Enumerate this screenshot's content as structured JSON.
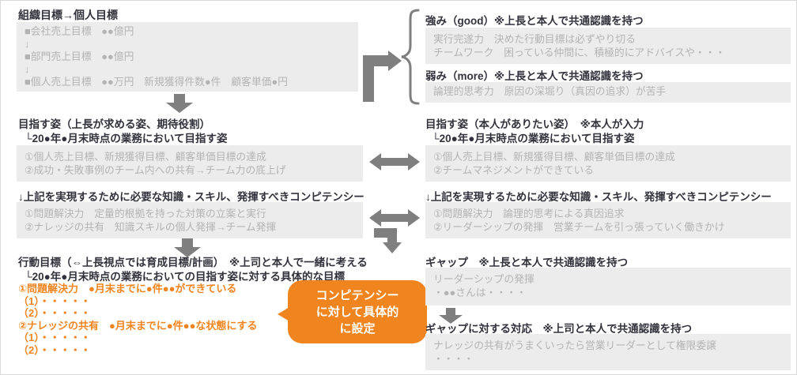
{
  "page": {
    "title": "組織目標→個人目標"
  },
  "org_goals_box": {
    "lines": [
      "■会社売上目標　●●億円",
      "↓",
      "■部門売上目標　●●億円",
      "↓",
      "■個人売上目標　●●万円　新規獲得件数●件　顧客単価●円"
    ]
  },
  "strengths": {
    "heading": "強み（good）※上長と本人で共通認識を持つ",
    "lines": [
      "実行完遂力　決めた行動目標は必ずやり切る",
      "チームワーク　困っている仲間に、積極的にアドバイスや・・・"
    ]
  },
  "weaknesses": {
    "heading": "弱み（more）※上長と本人で共通認識を持つ",
    "lines": [
      "論理的思考力　原因の深堀り（真因の追求）が苦手"
    ]
  },
  "target_left": {
    "heading": "目指す姿（上長が求める姿、期待役割）",
    "subheading": "└20●年●月末時点の業務において目指す姿",
    "lines": [
      "①個人売上目標、新規獲得目標、顧客単価目標の達成",
      "②成功・失敗事例のチーム内への共有→チーム力の底上げ"
    ]
  },
  "target_right": {
    "heading": "目指す姿（本人がありたい姿）　※本人が入力",
    "subheading": "└20●年●月末時点の業務において目指す姿",
    "lines": [
      "①個人売上目標、新規獲得目標、顧客単価目標の達成",
      "②チームマネジメントができている"
    ]
  },
  "competency_left": {
    "heading": "↓上記を実現するために必要な知識・スキル、発揮すべきコンピテンシー",
    "lines": [
      "①問題解決力　定量的根拠を持った対策の立案と実行",
      "②ナレッジの共有　知識スキルの個人発揮→チーム発揮"
    ]
  },
  "competency_right": {
    "heading": "↓上記を実現するために必要な知識・スキル、発揮すべきコンピテンシー",
    "lines": [
      "①問題解決力　論理的思考による真因追求",
      "②リーダーシップの発揮　営業チームを引っ張っていく働きかけ"
    ]
  },
  "action_goals": {
    "heading": "行動目標（⇔上長視点では育成目標/計画）　※上司と本人で一緒に考える",
    "subheading": "└20●年●月末時点の業務においての目指す姿に対する具体的な目標",
    "lines": [
      "①問題解決力　●月末までに●件●●ができている",
      "（1）・・・・・",
      "（2）・・・・・",
      "②ナレッジの共有　●月末までに●件●●な状態にする",
      "（1）・・・・・",
      "（2）・・・・・"
    ]
  },
  "callout": {
    "lines": [
      "コンピテンシー",
      "に対して具体的",
      "に設定"
    ]
  },
  "gap": {
    "heading": "ギャップ　※上長と本人で共通認識を持つ",
    "lines": [
      "リーダーシップの発揮",
      "・●●さんは・・・・"
    ]
  },
  "gap_response": {
    "heading": "ギャップに対する対応　※上司と本人で共通認識を持つ",
    "lines": [
      "ナレッジの共有がうまくいったら営業リーダーとして権限委譲",
      "・・・・"
    ]
  },
  "colors": {
    "accent_orange": "#f0841e",
    "box_gray": "#ececec",
    "box_text_gray": "#b3b3b3",
    "arrow_gray": "#7f7f7f",
    "heading_dark": "#32323c"
  }
}
